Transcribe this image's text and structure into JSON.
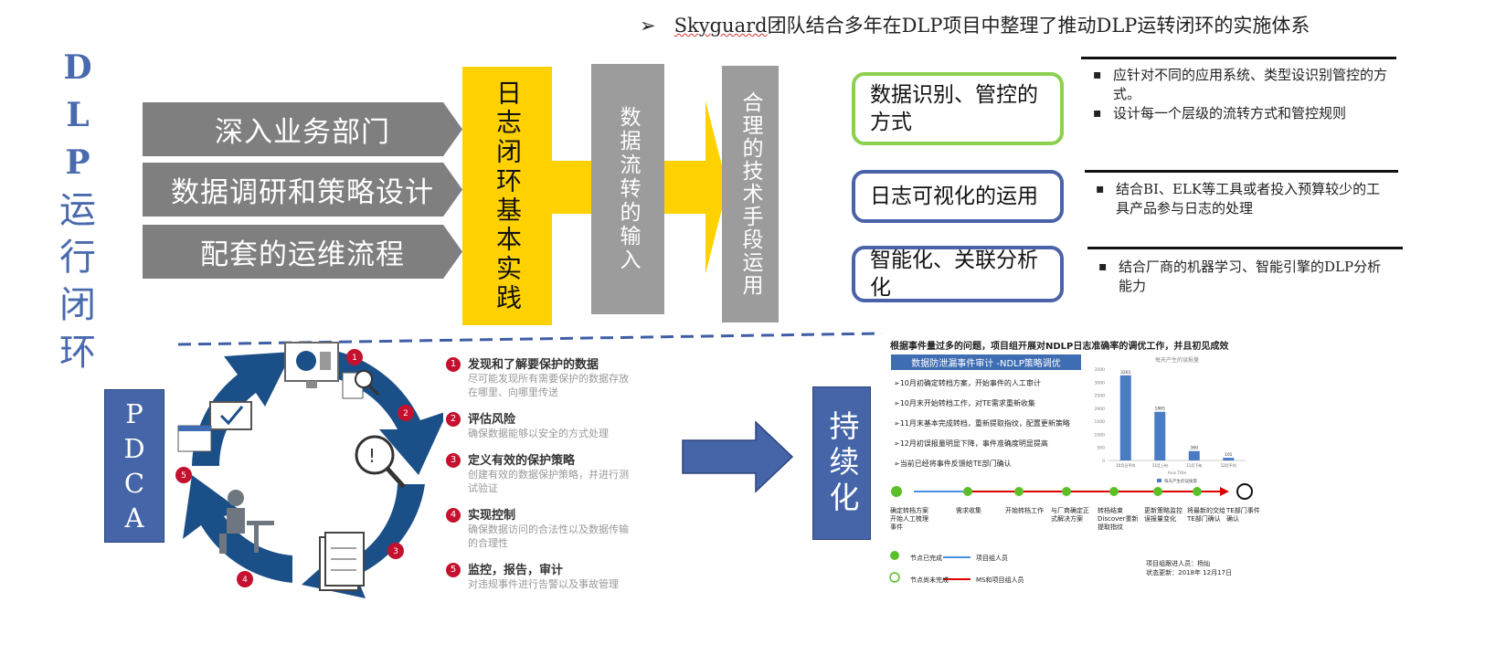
{
  "header": {
    "bullet": "➢",
    "prefix": "Skyguard",
    "rest": "团队结合多年在DLP项目中整理了推动DLP运转闭环的实施体系"
  },
  "title": {
    "latin": [
      "D",
      "L",
      "P"
    ],
    "chinese": [
      "运",
      "行",
      "闭",
      "环"
    ]
  },
  "colors": {
    "blue": "#4a6aae",
    "yellow": "#ffd100",
    "grey": "#7f7f7f",
    "green": "#8bd04e",
    "dark_blue": "#1b4f87",
    "red": "#c3112f"
  },
  "flow": {
    "inputs": [
      "深入业务部门",
      "数据调研和策略设计",
      "配套的运维流程"
    ],
    "core": "日志闭环基本实践",
    "mid": "数据流转的输入",
    "output": "合理的技术手段运用"
  },
  "categories": [
    {
      "label": "数据识别、管控的方式",
      "bullets": [
        "应针对不同的应用系统、类型设识别管控的方式。",
        "设计每一个层级的流转方式和管控规则"
      ]
    },
    {
      "label": "日志可视化的运用",
      "bullets": [
        "结合BI、ELK等工具或者投入预算较少的工具产品参与日志的处理"
      ]
    },
    {
      "label": "智能化、关联分析化",
      "bullets": [
        "结合厂商的机器学习、智能引擎的DLP分析能力"
      ]
    }
  ],
  "pdca": {
    "label": "PDCA",
    "cycle_badges": [
      "1",
      "2",
      "3",
      "4",
      "5"
    ],
    "icons": [
      "analytics-icon",
      "search-doc-icon",
      "alert-magnifier-icon",
      "checklist-icon",
      "person-desk-icon",
      "calendar-monitor-icon"
    ],
    "steps": [
      {
        "num": "1",
        "title": "发现和了解要保护的数据",
        "desc": "尽可能发现所有需要保护的数据存放在哪里、向哪里传送"
      },
      {
        "num": "2",
        "title": "评估风险",
        "desc": "确保数据能够以安全的方式处理"
      },
      {
        "num": "3",
        "title": "定义有效的保护策略",
        "desc": "创建有效的数据保护策略，并进行测试验证"
      },
      {
        "num": "4",
        "title": "实现控制",
        "desc": "确保数据访问的合法性以及数据传输的合理性"
      },
      {
        "num": "5",
        "title": "监控，报告，审计",
        "desc": "对违规事件进行告警以及事故管理"
      }
    ]
  },
  "continuous": {
    "label": "持续化"
  },
  "report": {
    "title": "根据事件量过多的问题，项目组开展对NDLP日志准确率的调优工作，并且初见成效",
    "banner": "数据防泄漏事件审计 -NDLP策略调优",
    "items": [
      "➢10月初确定转档方案，开始事件的人工审计",
      "➢10月末开始转档工作，对TE需求重新收集",
      "➢11月末基本完成转档，重新提取指纹，配置更新策略",
      "➢12月初误报量明显下降，事件准确度明显提高",
      "➢当前已经将事件反馈给TE部门确认"
    ],
    "milestones": [
      "确定转档方案开始人工梳理事件",
      "需求收集",
      "开始转档工作",
      "与厂商确定正式解决方案",
      "转档结束Discover重新提取指纹",
      "更新策略监控误报量变化",
      "将最新的交给TE部门确认",
      "TE部门事件确认"
    ],
    "legend": [
      {
        "label": "节点已完成"
      },
      {
        "label": "节点尚未完成"
      },
      {
        "label": "项目组人员"
      },
      {
        "label": "MS和项目组人员"
      }
    ],
    "owner": "项目组跟进人员：杨灿",
    "updated": "状态更新：2018年 12月17日",
    "chart_data": {
      "type": "bar",
      "title": "每天产生的误报量",
      "categories": [
        "10月日平均",
        "11月上旬",
        "11月下旬",
        "12月平均"
      ],
      "values": [
        3261,
        1865,
        360,
        101
      ],
      "ylim": [
        0,
        3500
      ],
      "yticks": [
        0,
        500,
        1000,
        1500,
        2000,
        2500,
        3000,
        3500
      ],
      "xlabel": "Axis Title",
      "legend": "每天产生的误报量"
    }
  }
}
